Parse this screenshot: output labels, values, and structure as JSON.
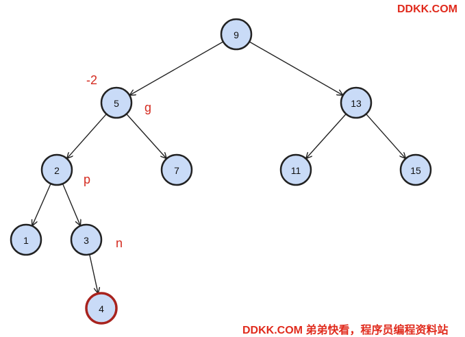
{
  "watermark_top": "DDKK.COM",
  "watermark_bottom": "DDKK.COM 弟弟快看，程序员编程资料站",
  "colors": {
    "node_fill": "#c9dbf7",
    "node_stroke": "#222222",
    "highlight_stroke": "#a8231e",
    "annotation": "#d42a1f",
    "watermark": "#e02a1c"
  },
  "tree": {
    "nodes": [
      {
        "id": "n9",
        "label": "9"
      },
      {
        "id": "n5",
        "label": "5"
      },
      {
        "id": "n13",
        "label": "13"
      },
      {
        "id": "n2",
        "label": "2"
      },
      {
        "id": "n7",
        "label": "7"
      },
      {
        "id": "n11",
        "label": "11"
      },
      {
        "id": "n15",
        "label": "15"
      },
      {
        "id": "n1",
        "label": "1"
      },
      {
        "id": "n3",
        "label": "3"
      },
      {
        "id": "n4",
        "label": "4",
        "highlight": true
      }
    ],
    "edges": [
      [
        "n9",
        "n5"
      ],
      [
        "n9",
        "n13"
      ],
      [
        "n5",
        "n2"
      ],
      [
        "n5",
        "n7"
      ],
      [
        "n13",
        "n11"
      ],
      [
        "n13",
        "n15"
      ],
      [
        "n2",
        "n1"
      ],
      [
        "n2",
        "n3"
      ],
      [
        "n3",
        "n4"
      ]
    ],
    "annotations": [
      {
        "id": "a-balance",
        "text": "-2",
        "target": "n5"
      },
      {
        "id": "a-g",
        "text": "g",
        "target": "n5"
      },
      {
        "id": "a-p",
        "text": "p",
        "target": "n2"
      },
      {
        "id": "a-n",
        "text": "n",
        "target": "n3"
      }
    ]
  }
}
